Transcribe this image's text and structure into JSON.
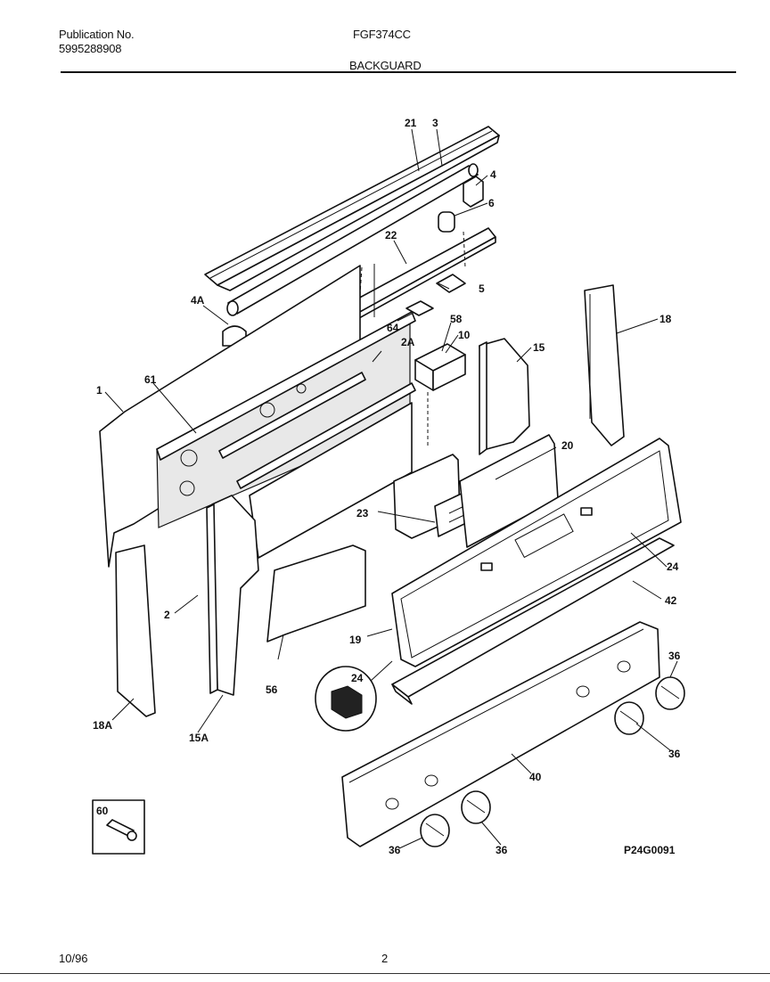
{
  "header": {
    "publication_label": "Publication No.",
    "publication_number": "5995288908",
    "model": "FGF374CC",
    "section_title": "BACKGUARD"
  },
  "diagram": {
    "callouts": {
      "p21": "21",
      "p3": "3",
      "p4": "4",
      "p6": "6",
      "p22": "22",
      "p5": "5",
      "p4a": "4A",
      "p64": "64",
      "p58": "58",
      "p10": "10",
      "p2a": "2A",
      "p15": "15",
      "p18": "18",
      "p1": "1",
      "p61": "61",
      "p20": "20",
      "p23": "23",
      "p24a": "24",
      "p42": "42",
      "p2": "2",
      "p19": "19",
      "p36a": "36",
      "p24b": "24",
      "p56": "56",
      "p18a": "18A",
      "p15a": "15A",
      "p36b": "36",
      "p40": "40",
      "p60": "60",
      "p36c": "36",
      "p36d": "36"
    },
    "drawing_code": "P24G0091"
  },
  "footer": {
    "date": "10/96",
    "page_number": "2"
  }
}
